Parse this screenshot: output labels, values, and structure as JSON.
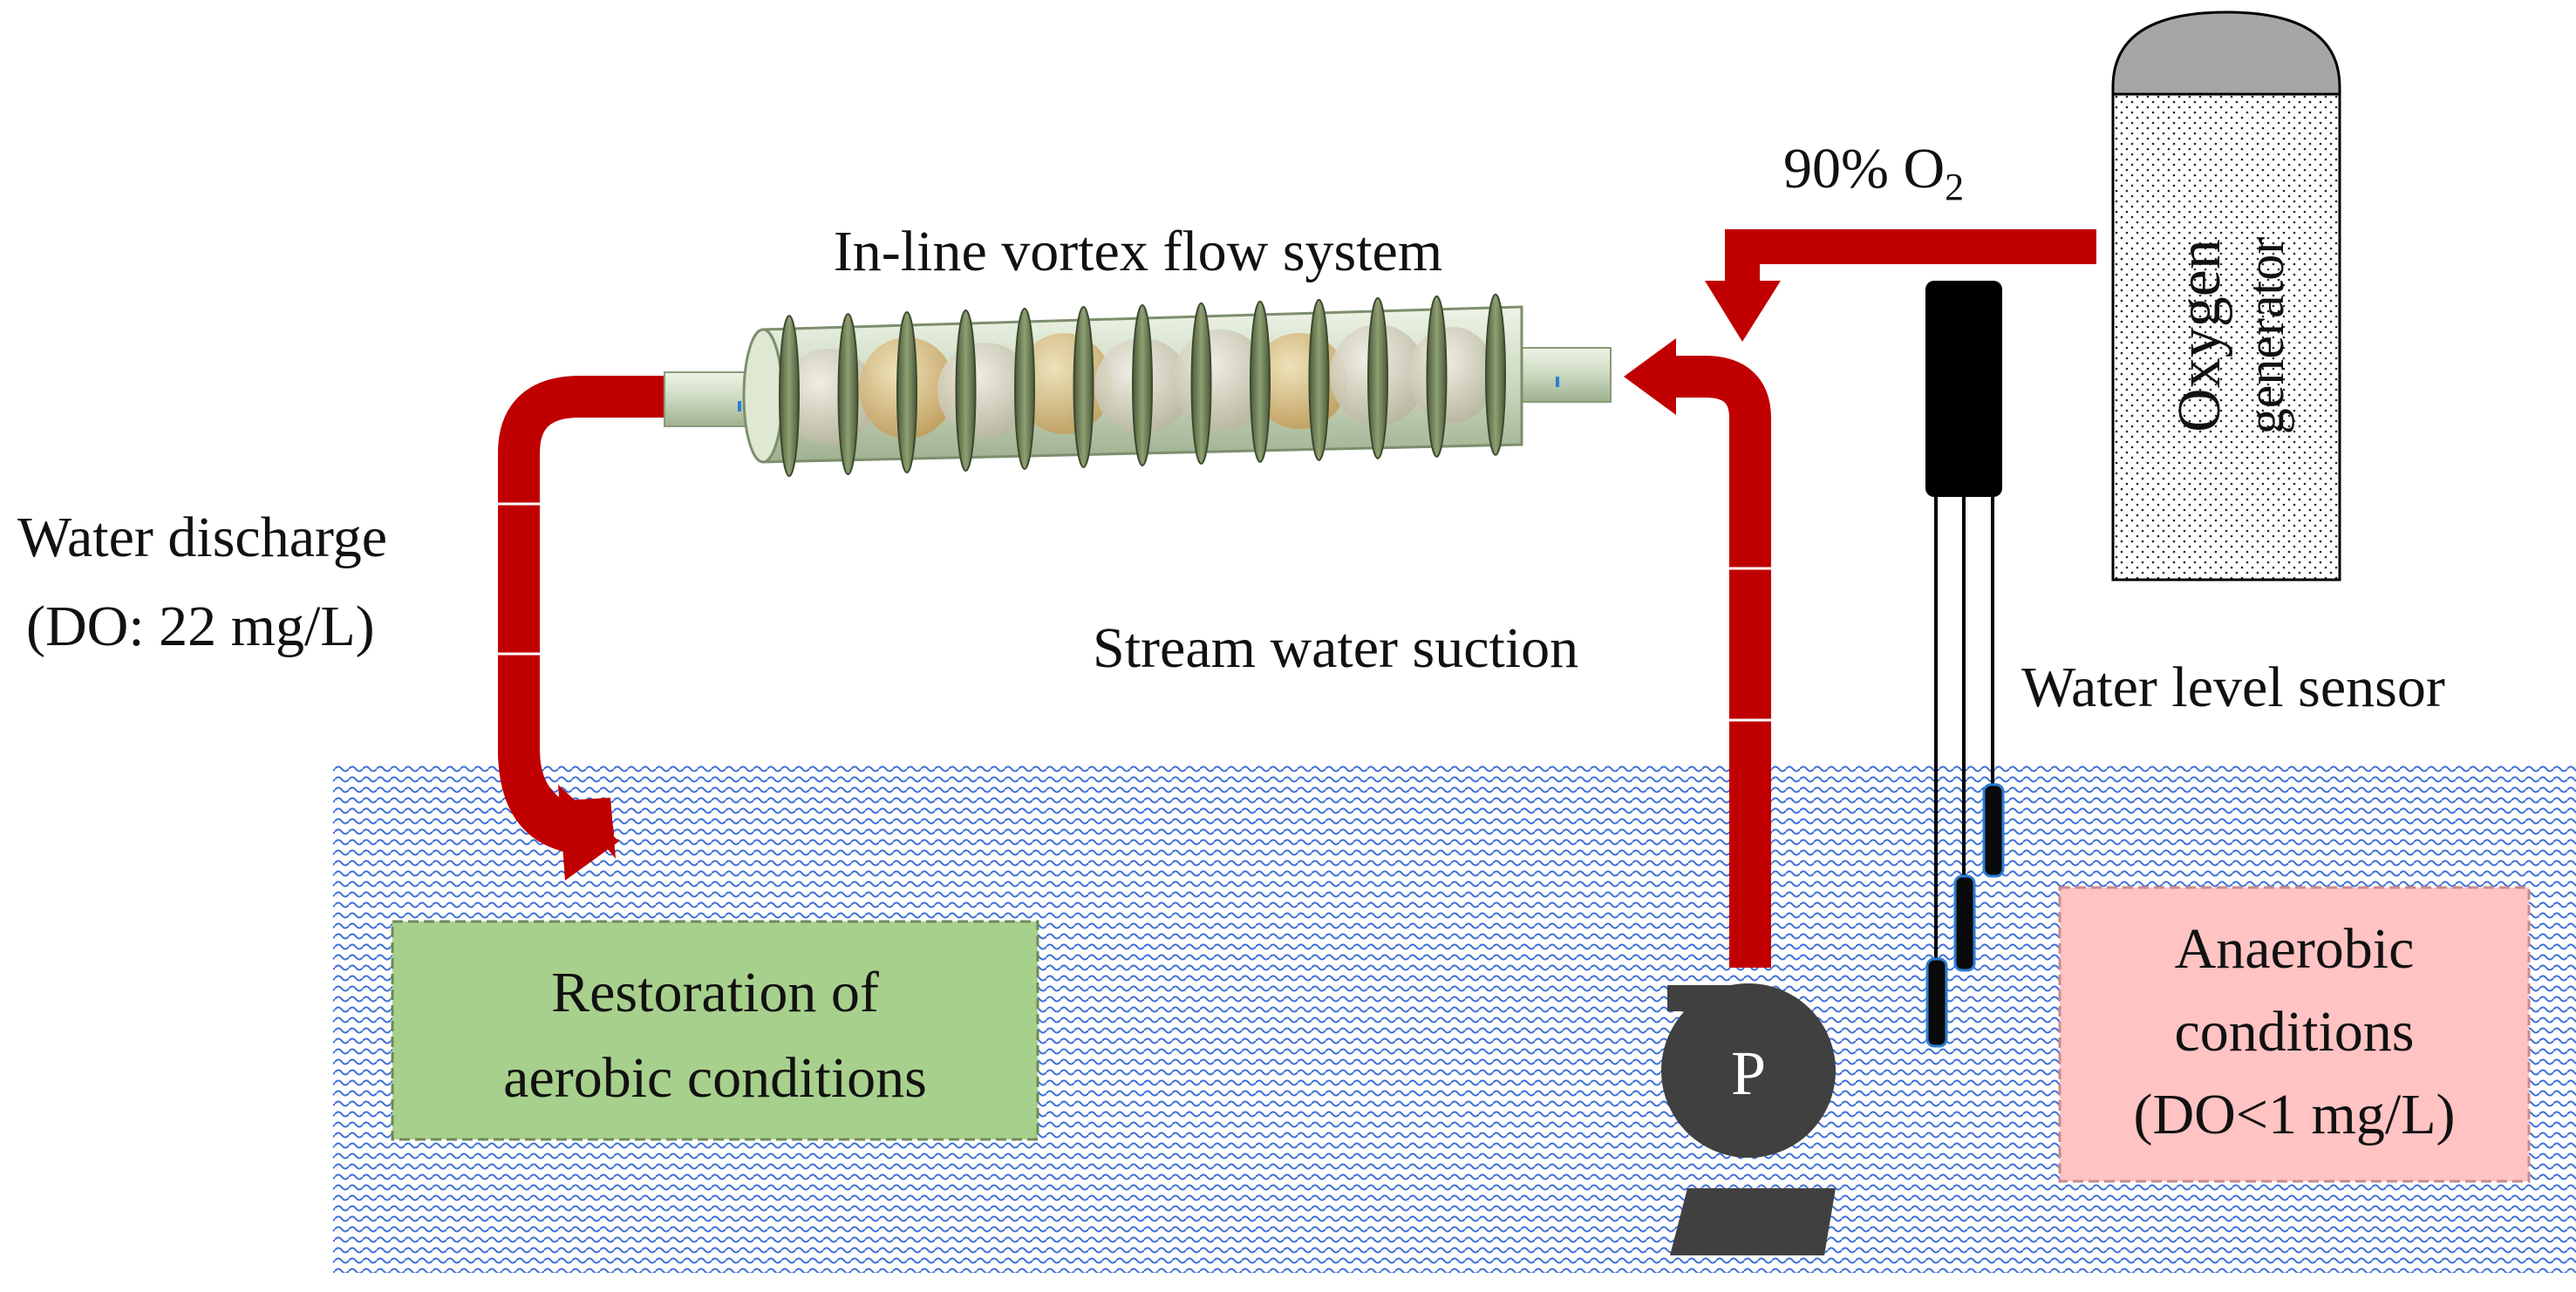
{
  "labels": {
    "vortex_system": "In-line vortex flow system",
    "oxygen_pct": "90% O",
    "oxygen_sub": "2",
    "oxygen_generator_line1": "Oxygen",
    "oxygen_generator_line2": "generator",
    "water_discharge": "Water discharge",
    "discharge_do": "(DO: 22 mg/L)",
    "stream_suction": "Stream water suction",
    "level_sensor": "Water level sensor",
    "restoration_line1": "Restoration of",
    "restoration_line2": "aerobic conditions",
    "anaerobic_line1": "Anaerobic",
    "anaerobic_line2": "conditions",
    "anaerobic_line3": "(DO<1 mg/L)",
    "pump": "P"
  },
  "colors": {
    "pipe": "#c00000",
    "water": "#3d6fd8",
    "water_bg": "#e8eefc",
    "restoration_box": "#a8d08d",
    "anaerobic_box": "#ffc3c3",
    "pump": "#404040",
    "sensor": "#000000",
    "generator_cap": "#a6a6a6"
  }
}
